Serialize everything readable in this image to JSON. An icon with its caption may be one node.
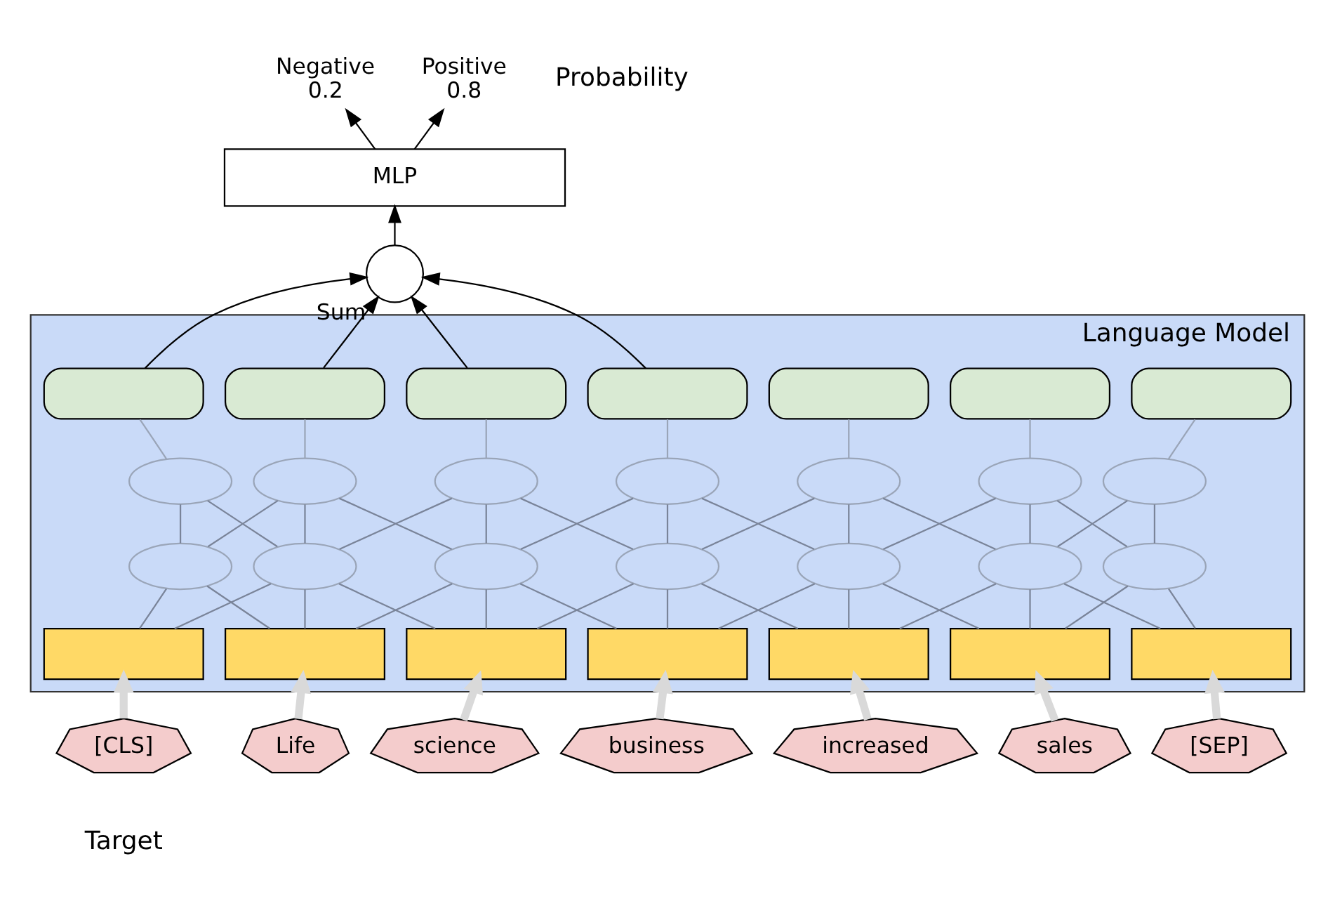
{
  "diagram": {
    "nodes": [
      {
        "text": [
          "Negative",
          "0.2"
        ]
      },
      {
        "text": [
          "Positive",
          "0.8"
        ]
      },
      {
        "text": [
          "MLP"
        ]
      },
      {
        "text": [],
        "shape": "circle",
        "beside": [
          "Sum"
        ]
      },
      {
        "text": [
          "Language Model"
        ]
      },
      {
        "text": [],
        "shape": "box",
        "in": 4
      },
      {
        "text": [],
        "shape": "box",
        "in": 4
      },
      {
        "text": [],
        "shape": "box",
        "in": 4
      },
      {
        "text": [],
        "shape": "box",
        "in": 4
      },
      {
        "text": [],
        "shape": "box",
        "in": 4
      },
      {
        "text": [],
        "shape": "box",
        "in": 4
      },
      {
        "text": [],
        "shape": "box",
        "in": 4
      },
      {
        "text": [],
        "shape": "ellipse",
        "in": 4
      },
      {
        "text": [],
        "shape": "ellipse",
        "in": 4
      },
      {
        "text": [],
        "shape": "ellipse",
        "in": 4
      },
      {
        "text": [],
        "shape": "ellipse",
        "in": 4
      },
      {
        "text": [],
        "shape": "ellipse",
        "in": 4
      },
      {
        "text": [],
        "shape": "ellipse",
        "in": 4
      },
      {
        "text": [],
        "shape": "ellipse",
        "in": 4
      },
      {
        "text": [],
        "shape": "ellipse",
        "in": 4
      },
      {
        "text": [],
        "shape": "ellipse",
        "in": 4
      },
      {
        "text": [],
        "shape": "ellipse",
        "in": 4
      },
      {
        "text": [],
        "shape": "ellipse",
        "in": 4
      },
      {
        "text": [],
        "shape": "ellipse",
        "in": 4
      },
      {
        "text": [],
        "shape": "ellipse",
        "in": 4
      },
      {
        "text": [],
        "shape": "ellipse",
        "in": 4
      },
      {
        "text": [],
        "shape": "box",
        "in": 4
      },
      {
        "text": [],
        "shape": "box",
        "in": 4
      },
      {
        "text": [],
        "shape": "box",
        "in": 4
      },
      {
        "text": [],
        "shape": "box",
        "in": 4
      },
      {
        "text": [],
        "shape": "box",
        "in": 4
      },
      {
        "text": [],
        "shape": "box",
        "in": 4
      },
      {
        "text": [],
        "shape": "box",
        "in": 4
      },
      {
        "text": [
          "[CLS]"
        ]
      },
      {
        "text": [
          "Life"
        ]
      },
      {
        "text": [
          "science"
        ]
      },
      {
        "text": [
          "business"
        ]
      },
      {
        "text": [
          "increased"
        ]
      },
      {
        "text": [
          "sales"
        ]
      },
      {
        "text": [
          "[SEP]"
        ]
      }
    ],
    "edges": [
      {
        "from": 33,
        "to": 26,
        "arrow": "to",
        "style": "thick",
        "color": "#d9d9d9"
      },
      {
        "from": 34,
        "to": 27,
        "arrow": "to",
        "style": "thick",
        "color": "#d9d9d9"
      },
      {
        "from": 35,
        "to": 28,
        "arrow": "to",
        "style": "thick",
        "color": "#d9d9d9"
      },
      {
        "from": 36,
        "to": 29,
        "arrow": "to",
        "style": "thick",
        "color": "#d9d9d9"
      },
      {
        "from": 37,
        "to": 30,
        "arrow": "to",
        "style": "thick",
        "color": "#d9d9d9"
      },
      {
        "from": 38,
        "to": 31,
        "arrow": "to",
        "style": "thick",
        "color": "#d9d9d9"
      },
      {
        "from": 39,
        "to": 32,
        "arrow": "to",
        "style": "thick",
        "color": "#d9d9d9"
      },
      {
        "from": 26,
        "to": 19,
        "arrow": "none",
        "color": "#7a8499"
      },
      {
        "from": 26,
        "to": 20,
        "arrow": "none",
        "color": "#7a8499"
      },
      {
        "from": 27,
        "to": 19,
        "arrow": "none",
        "color": "#7a8499"
      },
      {
        "from": 27,
        "to": 20,
        "arrow": "none",
        "color": "#7a8499"
      },
      {
        "from": 27,
        "to": 21,
        "arrow": "none",
        "color": "#7a8499"
      },
      {
        "from": 28,
        "to": 20,
        "arrow": "none",
        "color": "#7a8499"
      },
      {
        "from": 28,
        "to": 21,
        "arrow": "none",
        "color": "#7a8499"
      },
      {
        "from": 28,
        "to": 22,
        "arrow": "none",
        "color": "#7a8499"
      },
      {
        "from": 29,
        "to": 21,
        "arrow": "none",
        "color": "#7a8499"
      },
      {
        "from": 29,
        "to": 22,
        "arrow": "none",
        "color": "#7a8499"
      },
      {
        "from": 29,
        "to": 23,
        "arrow": "none",
        "color": "#7a8499"
      },
      {
        "from": 30,
        "to": 22,
        "arrow": "none",
        "color": "#7a8499"
      },
      {
        "from": 30,
        "to": 23,
        "arrow": "none",
        "color": "#7a8499"
      },
      {
        "from": 30,
        "to": 24,
        "arrow": "none",
        "color": "#7a8499"
      },
      {
        "from": 31,
        "to": 23,
        "arrow": "none",
        "color": "#7a8499"
      },
      {
        "from": 31,
        "to": 24,
        "arrow": "none",
        "color": "#7a8499"
      },
      {
        "from": 31,
        "to": 25,
        "arrow": "none",
        "color": "#7a8499"
      },
      {
        "from": 32,
        "to": 24,
        "arrow": "none",
        "color": "#7a8499"
      },
      {
        "from": 32,
        "to": 25,
        "arrow": "none",
        "color": "#7a8499"
      },
      {
        "from": 19,
        "to": 12,
        "arrow": "none",
        "color": "#7a8499"
      },
      {
        "from": 19,
        "to": 13,
        "arrow": "none",
        "color": "#7a8499"
      },
      {
        "from": 20,
        "to": 12,
        "arrow": "none",
        "color": "#7a8499"
      },
      {
        "from": 20,
        "to": 13,
        "arrow": "none",
        "color": "#7a8499"
      },
      {
        "from": 20,
        "to": 14,
        "arrow": "none",
        "color": "#7a8499"
      },
      {
        "from": 21,
        "to": 13,
        "arrow": "none",
        "color": "#7a8499"
      },
      {
        "from": 21,
        "to": 14,
        "arrow": "none",
        "color": "#7a8499"
      },
      {
        "from": 21,
        "to": 15,
        "arrow": "none",
        "color": "#7a8499"
      },
      {
        "from": 22,
        "to": 14,
        "arrow": "none",
        "color": "#7a8499"
      },
      {
        "from": 22,
        "to": 15,
        "arrow": "none",
        "color": "#7a8499"
      },
      {
        "from": 22,
        "to": 16,
        "arrow": "none",
        "color": "#7a8499"
      },
      {
        "from": 23,
        "to": 15,
        "arrow": "none",
        "color": "#7a8499"
      },
      {
        "from": 23,
        "to": 16,
        "arrow": "none",
        "color": "#7a8499"
      },
      {
        "from": 23,
        "to": 17,
        "arrow": "none",
        "color": "#7a8499"
      },
      {
        "from": 24,
        "to": 16,
        "arrow": "none",
        "color": "#7a8499"
      },
      {
        "from": 24,
        "to": 17,
        "arrow": "none",
        "color": "#7a8499"
      },
      {
        "from": 24,
        "to": 18,
        "arrow": "none",
        "color": "#7a8499"
      },
      {
        "from": 25,
        "to": 17,
        "arrow": "none",
        "color": "#7a8499"
      },
      {
        "from": 25,
        "to": 18,
        "arrow": "none",
        "color": "#7a8499"
      },
      {
        "from": 12,
        "to": 5,
        "arrow": "none",
        "color": "#9aa5b8"
      },
      {
        "from": 13,
        "to": 6,
        "arrow": "none",
        "color": "#9aa5b8"
      },
      {
        "from": 14,
        "to": 7,
        "arrow": "none",
        "color": "#9aa5b8"
      },
      {
        "from": 15,
        "to": 8,
        "arrow": "none",
        "color": "#9aa5b8"
      },
      {
        "from": 16,
        "to": 9,
        "arrow": "none",
        "color": "#9aa5b8"
      },
      {
        "from": 17,
        "to": 10,
        "arrow": "none",
        "color": "#9aa5b8"
      },
      {
        "from": 18,
        "to": 11,
        "arrow": "none",
        "color": "#9aa5b8"
      },
      {
        "from": 5,
        "to": 3,
        "arrow": "to",
        "color": "#000000"
      },
      {
        "from": 6,
        "to": 3,
        "arrow": "to",
        "color": "#000000"
      },
      {
        "from": 7,
        "to": 3,
        "arrow": "to",
        "color": "#000000"
      },
      {
        "from": 8,
        "to": 3,
        "arrow": "to",
        "color": "#000000"
      },
      {
        "from": 3,
        "to": 2,
        "arrow": "to",
        "color": "#000000"
      },
      {
        "from": 2,
        "to": 0,
        "arrow": "to",
        "color": "#000000"
      },
      {
        "from": 2,
        "to": 1,
        "arrow": "to",
        "color": "#000000"
      }
    ],
    "labels": [
      "Probability",
      "Target"
    ]
  }
}
